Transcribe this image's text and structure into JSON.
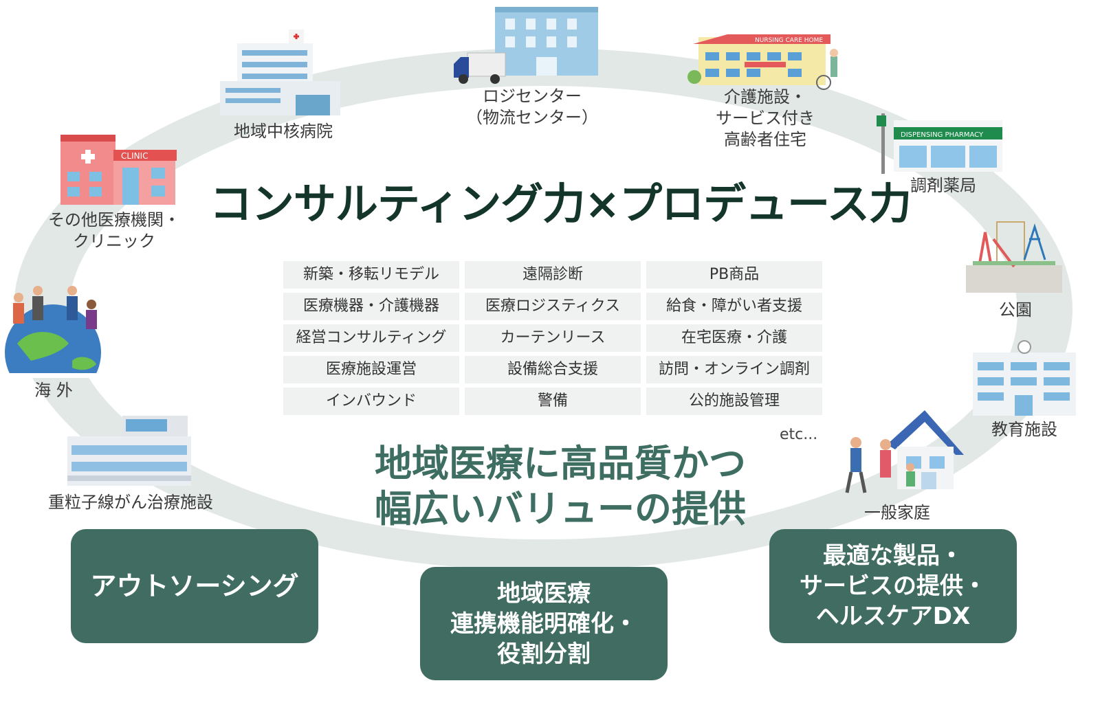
{
  "headline": "コンサルティング力×プロデュース力",
  "locations": {
    "logistics_center": "ロジセンター\n（物流センター）",
    "regional_hospital": "地域中核病院",
    "nursing_home": "介護施設・\nサービス付き\n高齢者住宅",
    "nursing_home_sign": "NURSING CARE HOME",
    "clinic": "その他医療機関・\nクリニック",
    "clinic_sign": "CLINIC",
    "pharmacy": "調剤薬局",
    "pharmacy_sign": "DISPENSING PHARMACY",
    "park": "公園",
    "overseas": "海 外",
    "education": "教育施設",
    "heavy_ion": "重粒子線がん治療施設",
    "household": "一般家庭"
  },
  "services": [
    "新築・移転リモデル",
    "遠隔診断",
    "PB商品",
    "医療機器・介護機器",
    "医療ロジスティクス",
    "給食・障がい者支援",
    "経営コンサルティング",
    "カーテンリース",
    "在宅医療・介護",
    "医療施設運営",
    "設備総合支援",
    "訪問・オンライン調剤",
    "インバウンド",
    "警備",
    "公的施設管理"
  ],
  "etc": "etc...",
  "tagline": "地域医療に高品質かつ\n幅広いバリューの提供",
  "boxes": {
    "outsourcing": "アウトソーシング",
    "regional": "地域医療\n連携機能明確化・\n役割分割",
    "products": "最適な製品・\nサービスの提供・\nヘルスケアDX"
  },
  "colors": {
    "ring": "#e2e8e6",
    "headline": "#143529",
    "tagline": "#3e6e62",
    "box": "#406c61",
    "cell": "#f0f1f1"
  }
}
